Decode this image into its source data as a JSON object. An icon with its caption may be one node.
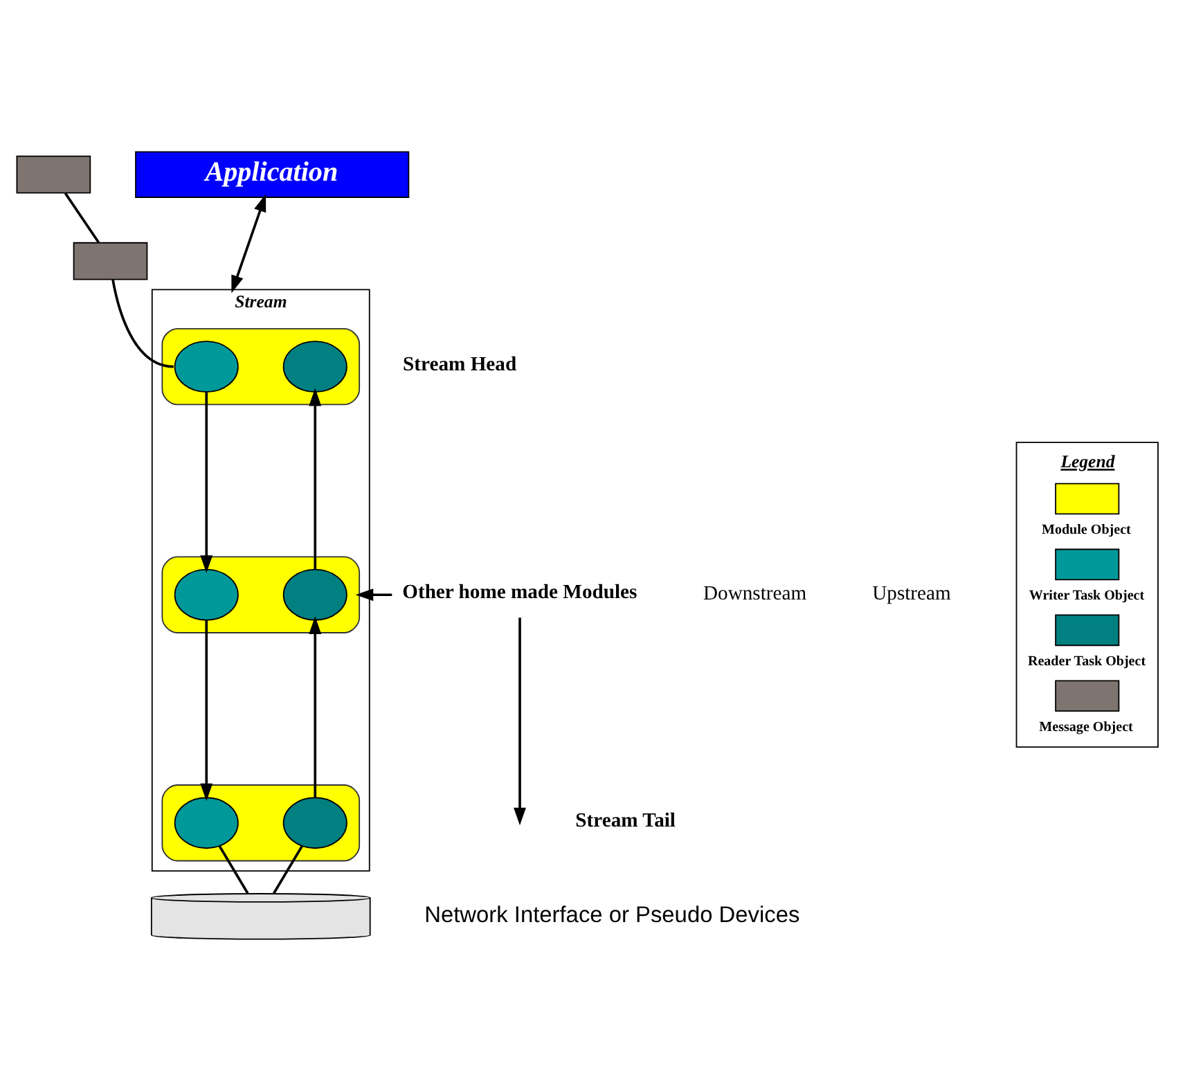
{
  "diagram": {
    "nodes": [
      {
        "text": [
          "Application"
        ]
      },
      {
        "text": [
          "Stream"
        ]
      },
      {
        "text": [],
        "shape": "cloud",
        "in": 1
      },
      {
        "text": [],
        "shape": "cloud",
        "in": 2
      },
      {
        "text": [],
        "shape": "cloud",
        "in": 2
      },
      {
        "text": [],
        "shape": "cloud",
        "in": 1
      },
      {
        "text": [],
        "shape": "cloud",
        "in": 5
      },
      {
        "text": [],
        "shape": "cloud",
        "in": 5
      },
      {
        "text": [],
        "shape": "cloud",
        "in": 1
      },
      {
        "text": [],
        "shape": "cloud",
        "in": 8
      },
      {
        "text": [],
        "shape": "cloud",
        "in": 8
      },
      {
        "text": [],
        "shape": "box"
      },
      {
        "text": [],
        "shape": "box"
      },
      {
        "text": [
          "Stream Head"
        ]
      },
      {
        "text": [
          "Other home made Modules"
        ]
      },
      {
        "text": [
          "Stream Tail"
        ]
      },
      {
        "text": [],
        "shape": "cylinder",
        "beside": [
          "Network Interface or Pseudo Devices"
        ]
      }
    ],
    "edges": [
      {
        "from": 0,
        "to": 1,
        "arrow": "both"
      },
      {
        "from": 11,
        "to": 12,
        "arrow": "none"
      },
      {
        "from": 12,
        "to": 3,
        "arrow": "none"
      },
      {
        "from": 3,
        "to": 6,
        "arrow": "to"
      },
      {
        "from": 6,
        "to": 9,
        "arrow": "to"
      },
      {
        "from": 10,
        "to": 7,
        "arrow": "to"
      },
      {
        "from": 7,
        "to": 4,
        "arrow": "to"
      },
      {
        "from": 14,
        "to": 5,
        "arrow": "to"
      },
      {
        "from": 14,
        "to": null,
        "arrow": "to"
      },
      {
        "from": 9,
        "to": 16,
        "arrow": "none"
      },
      {
        "from": 10,
        "to": 16,
        "arrow": "none"
      }
    ],
    "labels": [
      "Legend",
      "Downstream",
      "Upstream"
    ],
    "legend": [
      {
        "text": "Module Object"
      },
      {
        "text": "Writer Task Object"
      },
      {
        "text": "Reader Task Object"
      },
      {
        "text": "Message Object"
      }
    ]
  }
}
